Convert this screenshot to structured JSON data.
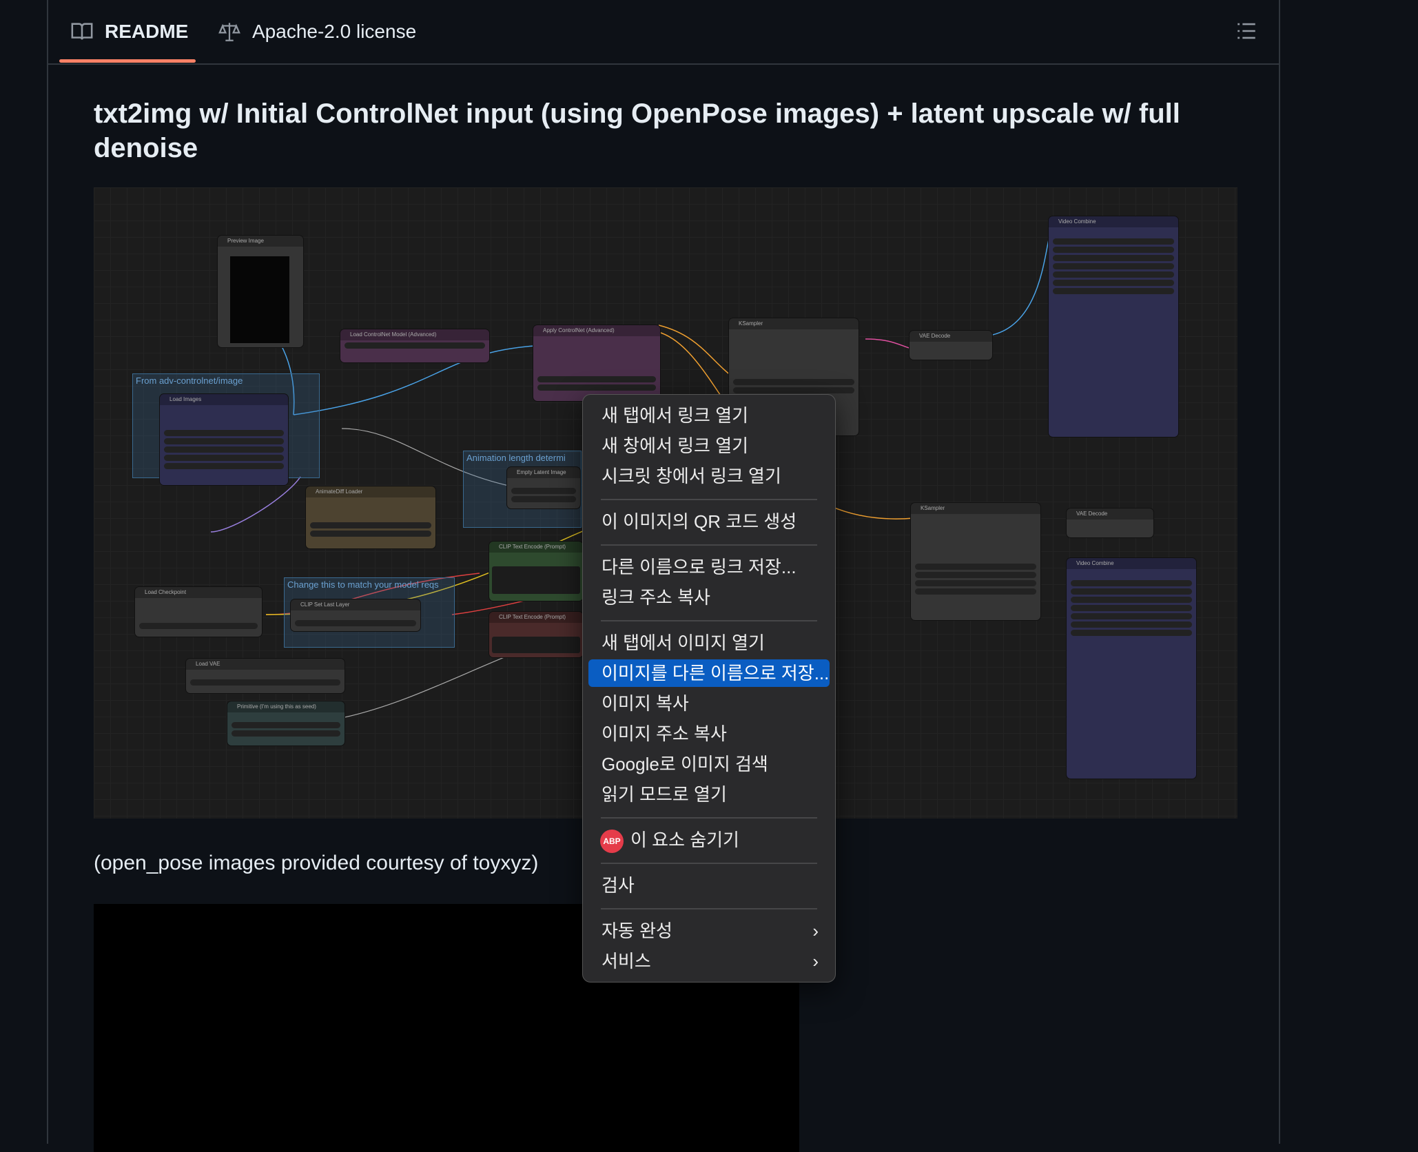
{
  "tabs": {
    "readme_label": "README",
    "license_label": "Apache-2.0 license"
  },
  "heading": "txt2img w/ Initial ControlNet input (using OpenPose images) + latent upscale w/ full denoise",
  "workflow": {
    "groups": {
      "adv_controlnet": "From adv-controlnet/image",
      "animation_length": "Animation length determi",
      "model_reqs": "Change this to match your model reqs"
    },
    "nodes": {
      "preview_image": "Preview Image",
      "load_controlnet": "Load ControlNet Model (Advanced)",
      "apply_controlnet": "Apply ControlNet (Advanced)",
      "ksampler_1": "KSampler",
      "vae_decode_1": "VAE Decode",
      "video_combine_1": "Video Combine",
      "load_images": "Load Images",
      "empty_latent": "Empty Latent Image",
      "animatediff_loader": "AnimateDiff Loader",
      "clip_text_pos": "CLIP Text Encode (Prompt)",
      "clip_text_neg": "CLIP Text Encode (Prompt)",
      "load_checkpoint": "Load Checkpoint",
      "clip_set_last": "CLIP Set Last Layer",
      "load_vae": "Load VAE",
      "primitive": "Primitive (I'm using this as seed)",
      "ksampler_2": "KSampler",
      "vae_decode_2": "VAE Decode",
      "video_combine_2": "Video Combine"
    },
    "accent_colors": {
      "link_blue": "#4aa3e8",
      "link_orange": "#f0a030",
      "link_pink": "#e050a0",
      "link_yellow": "#e0c020",
      "link_red": "#e04040"
    }
  },
  "caption": "(open_pose images provided courtesy of toyxyz)",
  "context_menu": {
    "items": [
      "새 탭에서 링크 열기",
      "새 창에서 링크 열기",
      "시크릿 창에서 링크 열기",
      "이 이미지의 QR 코드 생성",
      "다른 이름으로 링크 저장...",
      "링크 주소 복사",
      "새 탭에서 이미지 열기",
      "이미지를 다른 이름으로 저장...",
      "이미지 복사",
      "이미지 주소 복사",
      "Google로 이미지 검색",
      "읽기 모드로 열기",
      "이 요소 숨기기",
      "검사",
      "자동 완성",
      "서비스"
    ],
    "highlighted_item": "이미지를 다른 이름으로 저장...",
    "highlight_color": "#0a5dc2",
    "abp_badge": "ABP"
  }
}
